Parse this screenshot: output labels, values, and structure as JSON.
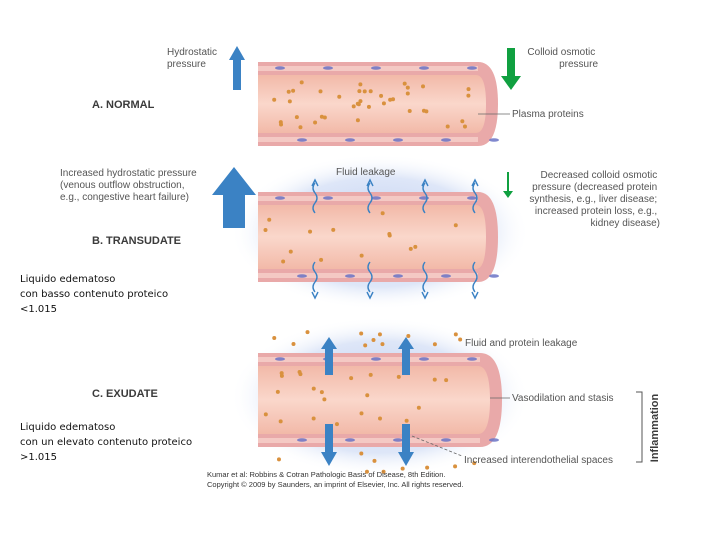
{
  "normal": {
    "section_label": "A. NORMAL",
    "hydrostatic_label": [
      "Hydrostatic",
      "pressure"
    ],
    "colloid_label": [
      "Colloid osmotic",
      "pressure"
    ],
    "plasma_label": "Plasma proteins"
  },
  "transudate": {
    "section_label": "B. TRANSUDATE",
    "hydrostatic_label": [
      "Increased hydrostatic pressure",
      "(venous outflow obstruction,",
      "e.g., congestive heart failure)"
    ],
    "fluid_label": "Fluid leakage",
    "colloid_label": [
      "Decreased colloid osmotic",
      "pressure (decreased protein",
      "synthesis, e.g., liver disease;",
      "increased protein loss, e.g.,",
      "kidney disease)"
    ]
  },
  "exudate": {
    "section_label": "C. EXUDATE",
    "leak_label": "Fluid and protein leakage",
    "vasodilation_label": "Vasodilation and stasis",
    "spaces_label": "Increased interendothelial spaces",
    "inflammation_label": "Inflammation"
  },
  "credit": [
    "Kumar et al: Robbins & Cotran Pathologic Basis of Disease, 8th Edition.",
    "Copyright © 2009 by Saunders, an imprint of Elsevier, Inc. All rights reserved."
  ],
  "notes": {
    "transudate_text": "Liquido edematoso\ncon basso contenuto proteico\n<1.015",
    "exudate_text": "Liquido edematoso\ncon un elevato contenuto proteico\n>1.015"
  },
  "colors": {
    "arrow_blue": "#3b82c4",
    "arrow_green": "#10a040",
    "vessel_wall": "#e8a8a8",
    "lumen": "#f6c6b8",
    "protein": "#d9913e",
    "halo": "#b9c9ef"
  }
}
